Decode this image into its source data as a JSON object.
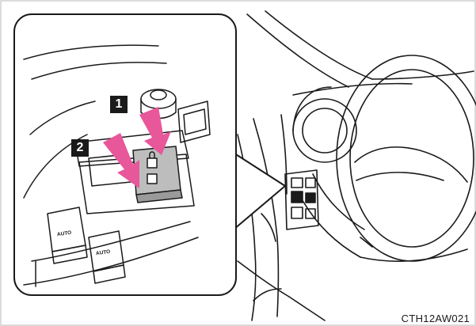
{
  "figure": {
    "callouts": [
      "1",
      "2"
    ],
    "switch_labels": [
      "AUTO",
      "AUTO"
    ],
    "reference_code": "CTH12AW021",
    "arrow_color": "#e8579a",
    "line_color": "#1a1a1a",
    "highlight_color": "#bdbdbd"
  }
}
